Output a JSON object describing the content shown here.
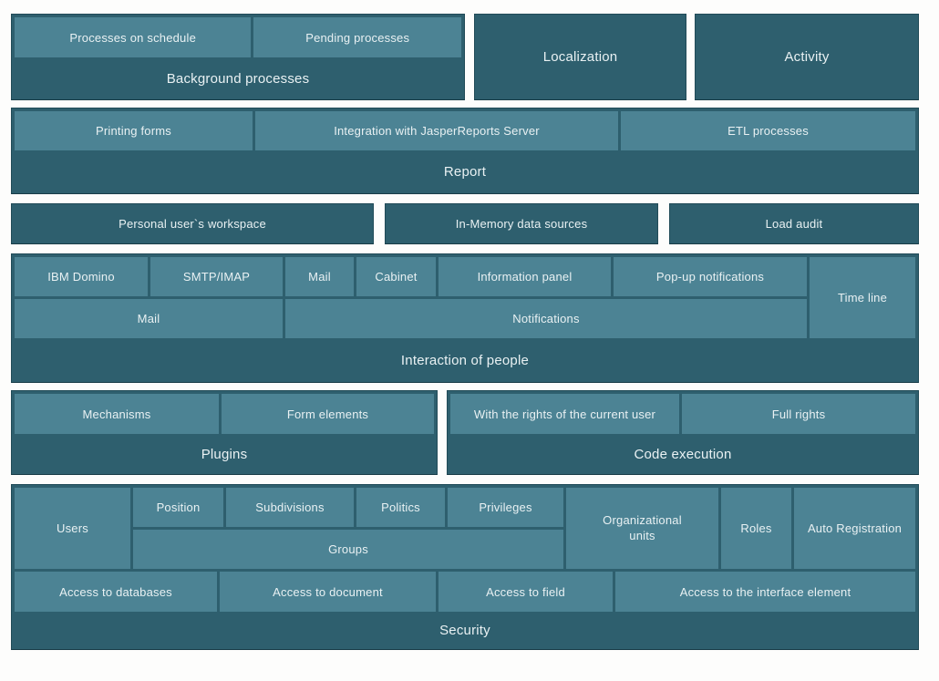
{
  "palette": {
    "tile_color": "#4C8394",
    "band_color": "#2E5F6E",
    "text_color": "#E9F1F3",
    "background_color": "#FDFDFC"
  },
  "diagram": {
    "background_processes": {
      "title": "Background processes",
      "processes_on_schedule": "Processes on schedule",
      "pending_processes": "Pending processes"
    },
    "localization": {
      "title": "Localization"
    },
    "activity": {
      "title": "Activity"
    },
    "report": {
      "title": "Report",
      "printing_forms": "Printing forms",
      "jasperreports_integration": "Integration with JasperReports Server",
      "etl_processes": "ETL processes"
    },
    "personal_workspace": {
      "title": "Personal user`s workspace"
    },
    "in_memory_sources": {
      "title": "In-Memory data sources"
    },
    "load_audit": {
      "title": "Load audit"
    },
    "interaction_of_people": {
      "title": "Interaction of people",
      "ibm_domino": "IBM Domino",
      "smtp_imap": "SMTP/IMAP",
      "mail_item": "Mail",
      "cabinet": "Cabinet",
      "information_panel": "Information panel",
      "popup_notifications": "Pop-up notifications",
      "time_line": "Time line",
      "mail_group": "Mail",
      "notifications_group": "Notifications"
    },
    "plugins": {
      "title": "Plugins",
      "mechanisms": "Mechanisms",
      "form_elements": "Form elements"
    },
    "code_execution": {
      "title": "Code execution",
      "current_user_rights": "With the rights of the current user",
      "full_rights": "Full rights"
    },
    "security": {
      "title": "Security",
      "users": "Users",
      "position": "Position",
      "subdivisions": "Subdivisions",
      "politics": "Politics",
      "privileges": "Privileges",
      "groups": "Groups",
      "organizational_units": "Organizational units",
      "roles": "Roles",
      "auto_registration": "Auto Registration",
      "access_to_databases": "Access to databases",
      "access_to_document": "Access to document",
      "access_to_field": "Access to field",
      "access_to_interface_element": "Access to the interface element"
    }
  }
}
